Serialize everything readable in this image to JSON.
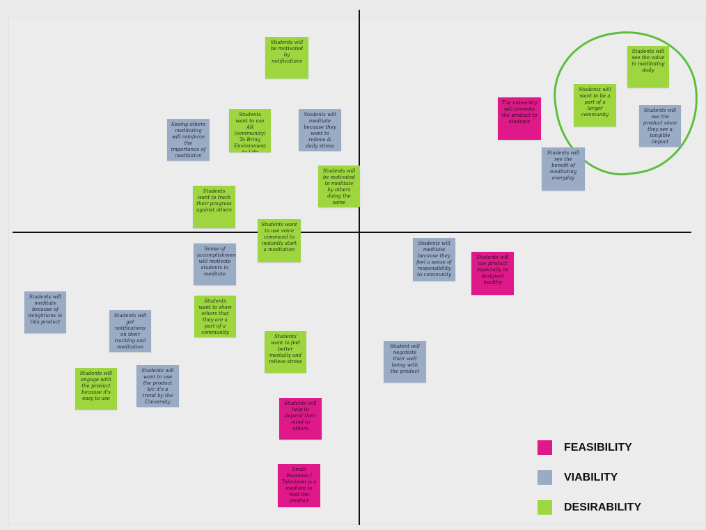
{
  "colors": {
    "feasibility": "#e0198a",
    "viability": "#9aabc5",
    "desirability": "#9dd63f",
    "highlight_ring": "#5cbf3c",
    "axis": "#111111"
  },
  "legend": {
    "feasibility": "FEASIBILITY",
    "viability": "VIABILITY",
    "desirability": "DESIRABILITY"
  },
  "notes": {
    "motivated_notifications": "Students will be motivated by notifications",
    "see_value_daily": "Students will see the value in meditating daily",
    "university_promote": "The university will promote the product to students",
    "part_larger_community": "Students will want to be a part of a larger community",
    "use_product_tangible": "Students will use the product since they see a tangible impact",
    "want_use_ar": "Students want to use AR (community) To Bring Environment to Life",
    "relieve_stress": "Students will meditate because they want to relieve & daily stress",
    "seeing_others": "Seeing others meditating will reinforce the importance of meditation",
    "see_benefit": "Students will see the benefit of meditating everyday",
    "motivated_others": "Students will be motivated to meditate by others doing the same",
    "track_progress": "Students want to track their progress against others",
    "voice_command": "Students want to use voice command to instantly start a meditation",
    "sense_accomplishment": "Sense of accomplishment will motivate students to meditate",
    "sense_responsibility": "Students will meditate because they feel a sense of responsibility to community",
    "use_product_especially": "Students will use product especially as designed healthy",
    "delightions": "Students will meditate because of delightions in this product",
    "notifications_tracking": "Students will get notifications on their tracking and meditation",
    "show_others": "Students want to show others that they are a part of a community",
    "feel_better": "Students want to feel better mentally and relieve stress",
    "negotiate_wellbeing": "Student will negotiate their well being with the product",
    "engage_product": "Students will engage with the product because it's easy to use",
    "trend_university": "Students will want to use the product b/c it's a trend by the University",
    "help_depend": "Students will help to depend their mind to others",
    "small_business": "Small Business / Television is a medium to host the product"
  }
}
